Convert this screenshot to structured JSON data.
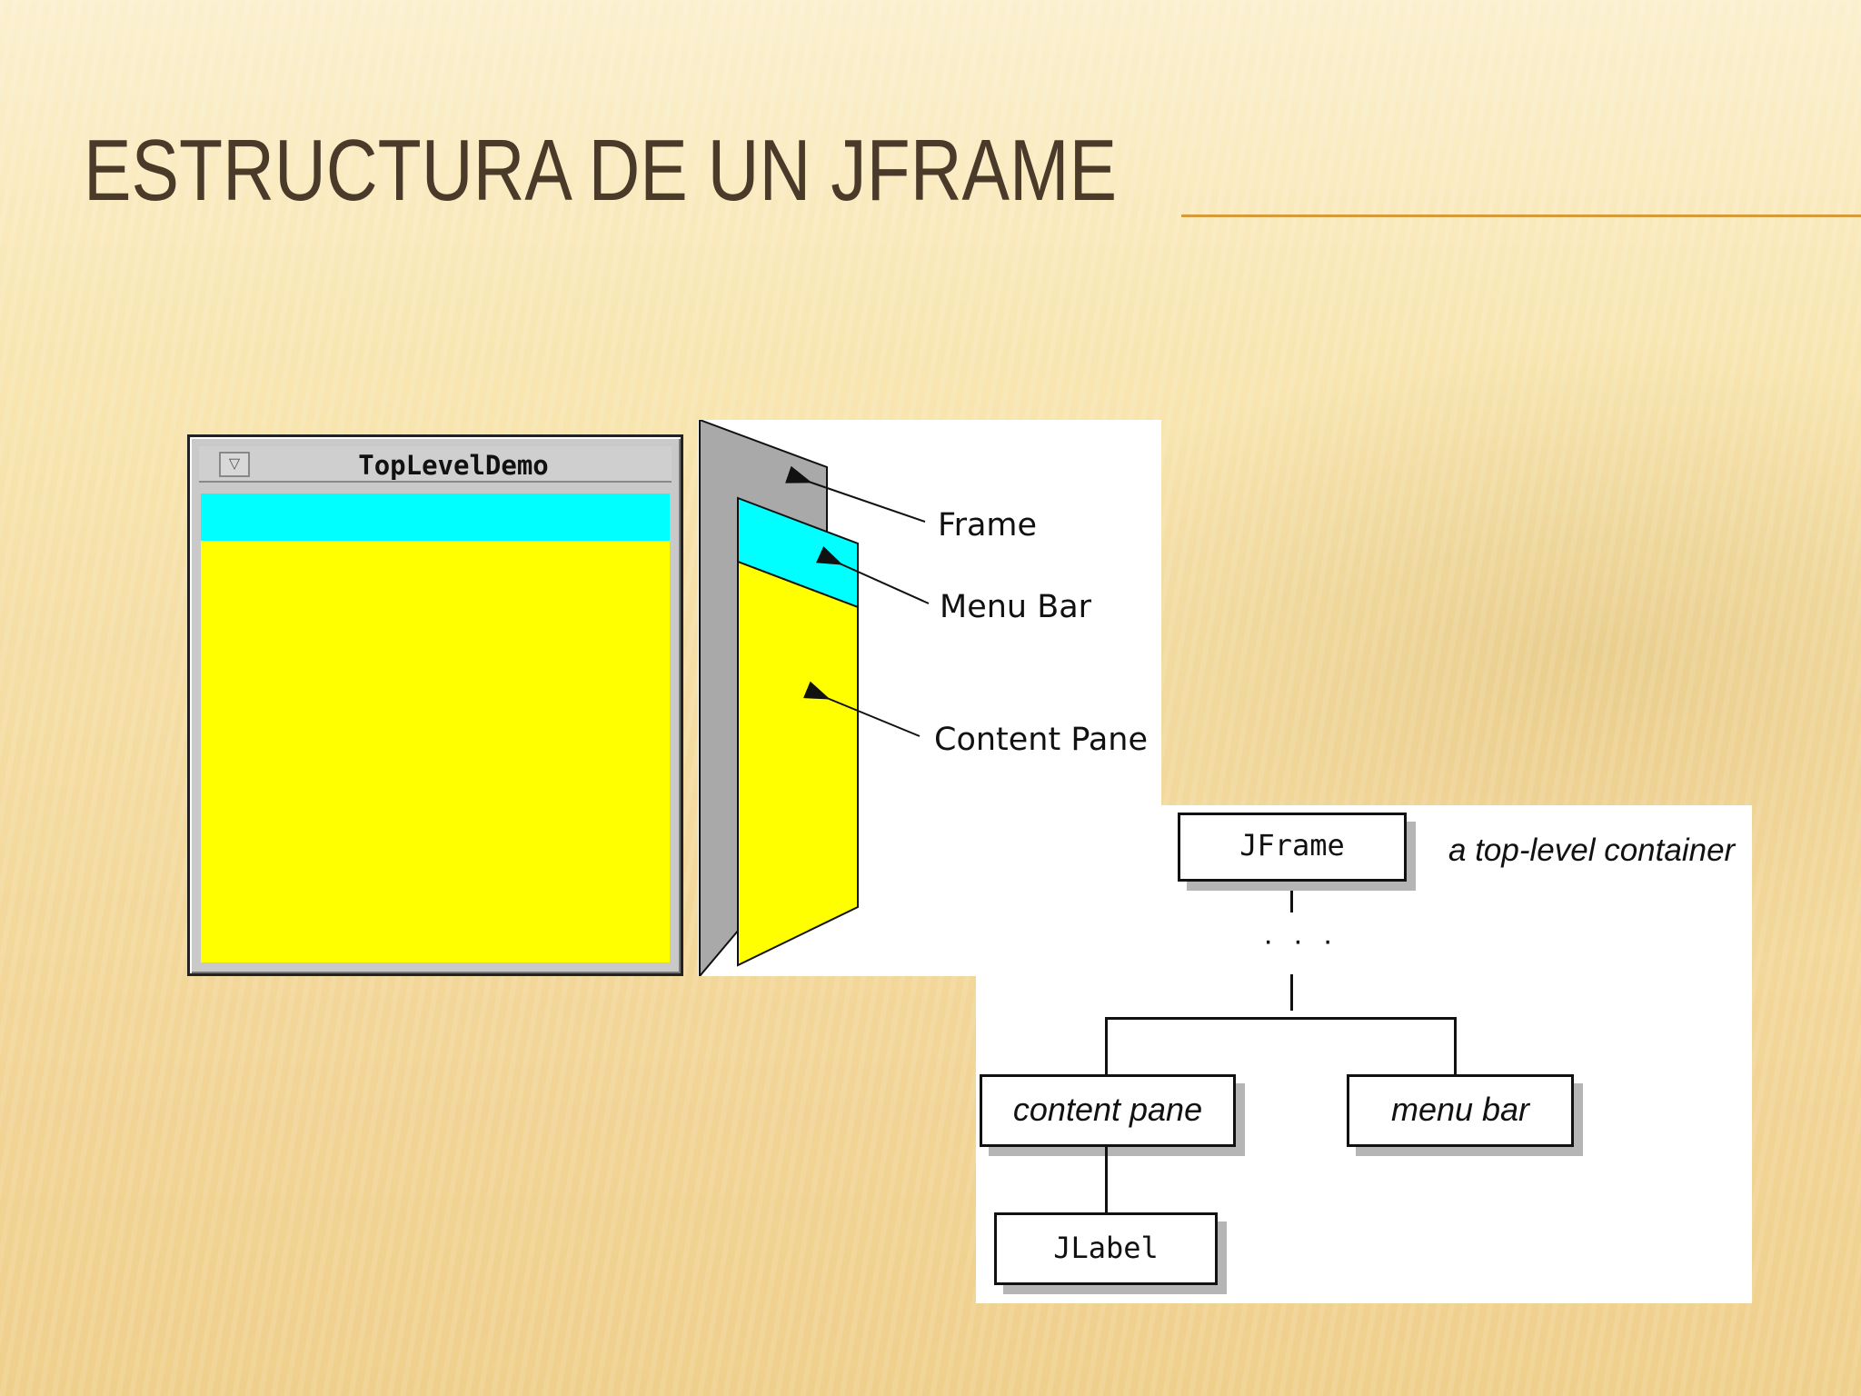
{
  "slide": {
    "title": "ESTRUCTURA DE UN JFRAME"
  },
  "window": {
    "title": "TopLevelDemo",
    "menu_glyph": "▽"
  },
  "layers": {
    "frame_label": "Frame",
    "menubar_label": "Menu Bar",
    "content_label": "Content Pane"
  },
  "hierarchy": {
    "root": "JFrame",
    "root_caption": "a top-level container",
    "ellipsis": "· · ·",
    "content_pane": "content pane",
    "menu_bar": "menu bar",
    "leaf": "JLabel"
  },
  "colors": {
    "cyan": "#00ffff",
    "yellow": "#ffff00",
    "frame_gray": "#a9a9a9",
    "title": "#4a3a2a"
  }
}
